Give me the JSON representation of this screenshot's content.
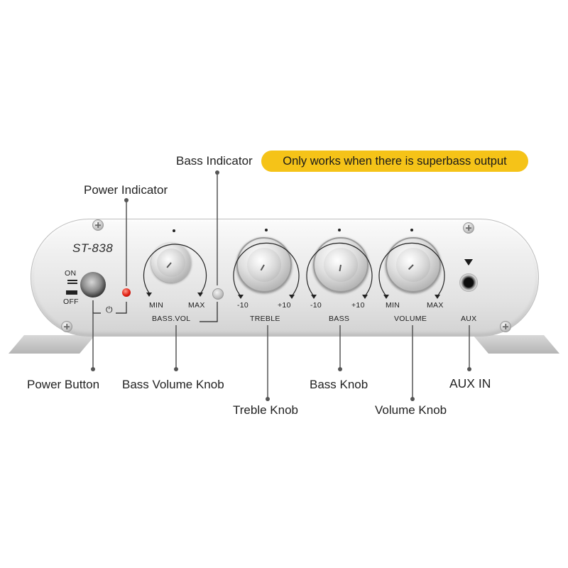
{
  "callouts": {
    "bass_indicator": "Bass Indicator",
    "bass_indicator_note": "Only works when there is superbass output",
    "power_indicator": "Power Indicator",
    "power_button": "Power Button",
    "bass_volume_knob": "Bass Volume Knob",
    "treble_knob": "Treble Knob",
    "bass_knob": "Bass Knob",
    "volume_knob": "Volume Knob",
    "aux_in": "AUX IN"
  },
  "device": {
    "model": "ST-838",
    "switch_on": "ON",
    "switch_off": "OFF",
    "power_symbol": "⏻",
    "bass_vol": {
      "min": "MIN",
      "max": "MAX",
      "name": "BASS.VOL"
    },
    "treble": {
      "min": "-10",
      "max": "+10",
      "name": "TREBLE"
    },
    "bass": {
      "min": "-10",
      "max": "+10",
      "name": "BASS"
    },
    "volume": {
      "min": "MIN",
      "max": "MAX",
      "name": "VOLUME"
    },
    "aux": "AUX"
  },
  "colors": {
    "note_highlight": "#f5c318",
    "power_led": "#e01d10"
  }
}
